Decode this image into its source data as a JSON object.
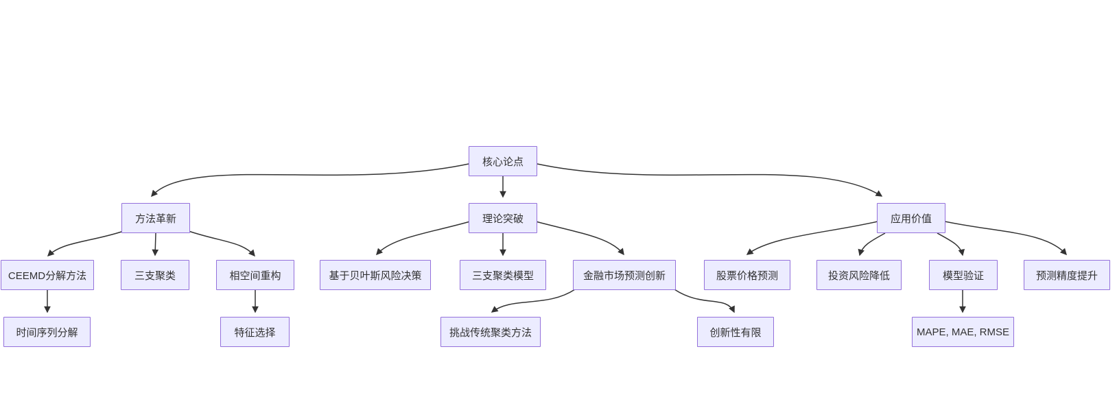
{
  "diagram": {
    "kind": "flowchart-top-down",
    "colors": {
      "background": "#ffffff",
      "node_fill": "#ECECFF",
      "node_border": "#9370DB",
      "node_text": "#333333",
      "edge": "#333333"
    },
    "nodes": {
      "root": {
        "label": "核心论点"
      },
      "method": {
        "label": "方法革新"
      },
      "theory": {
        "label": "理论突破"
      },
      "application": {
        "label": "应用价值"
      },
      "ceemd": {
        "label": "CEEMD分解方法"
      },
      "three_way_clustering": {
        "label": "三支聚类"
      },
      "phase_space": {
        "label": "相空间重构"
      },
      "bayes": {
        "label": "基于贝叶斯风险决策"
      },
      "three_way_model": {
        "label": "三支聚类模型"
      },
      "finance_innovation": {
        "label": "金融市场预测创新"
      },
      "stock_prediction": {
        "label": "股票价格预测"
      },
      "investment_risk": {
        "label": "投资风险降低"
      },
      "model_validation": {
        "label": "模型验证"
      },
      "prediction_precision": {
        "label": "预测精度提升"
      },
      "time_series_decomposition": {
        "label": "时间序列分解"
      },
      "feature_selection": {
        "label": "特征选择"
      },
      "challenge_clustering": {
        "label": "挑战传统聚类方法"
      },
      "limited_innovation": {
        "label": "创新性有限"
      },
      "metrics": {
        "label": "MAPE, MAE, RMSE"
      }
    },
    "edges": [
      {
        "from": "root",
        "to": "method"
      },
      {
        "from": "root",
        "to": "theory"
      },
      {
        "from": "root",
        "to": "application"
      },
      {
        "from": "method",
        "to": "ceemd"
      },
      {
        "from": "method",
        "to": "three_way_clustering"
      },
      {
        "from": "method",
        "to": "phase_space"
      },
      {
        "from": "theory",
        "to": "bayes"
      },
      {
        "from": "theory",
        "to": "three_way_model"
      },
      {
        "from": "theory",
        "to": "finance_innovation"
      },
      {
        "from": "application",
        "to": "stock_prediction"
      },
      {
        "from": "application",
        "to": "investment_risk"
      },
      {
        "from": "application",
        "to": "model_validation"
      },
      {
        "from": "application",
        "to": "prediction_precision"
      },
      {
        "from": "ceemd",
        "to": "time_series_decomposition"
      },
      {
        "from": "phase_space",
        "to": "feature_selection"
      },
      {
        "from": "finance_innovation",
        "to": "challenge_clustering"
      },
      {
        "from": "finance_innovation",
        "to": "limited_innovation"
      },
      {
        "from": "model_validation",
        "to": "metrics"
      }
    ]
  }
}
